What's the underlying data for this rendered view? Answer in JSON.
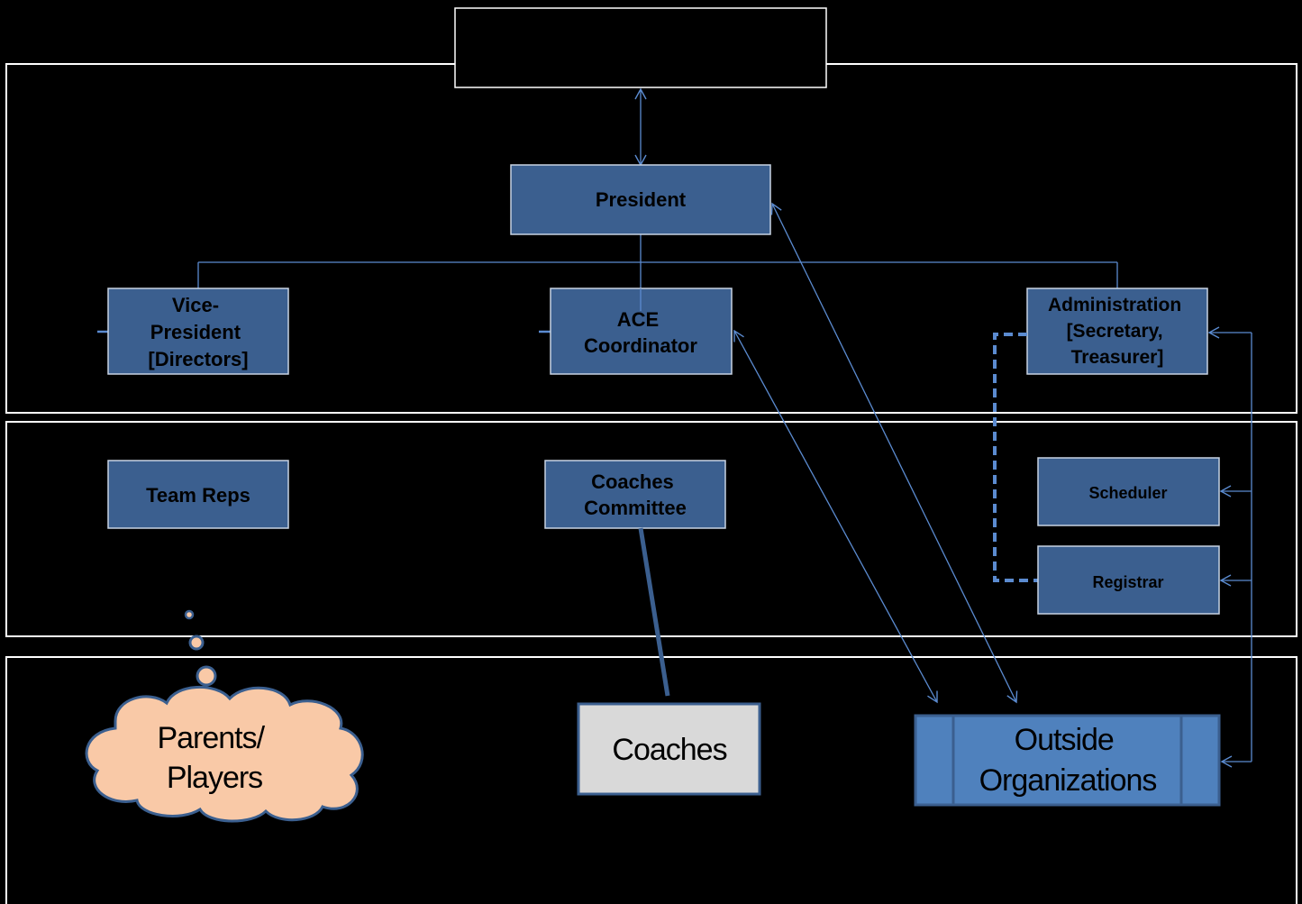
{
  "nodes": {
    "top_box": "",
    "president": "President",
    "vice_president": [
      "Vice-",
      "President",
      "[Directors]"
    ],
    "ace_coordinator": [
      "ACE",
      "Coordinator"
    ],
    "administration": [
      "Administration",
      "[Secretary,",
      "Treasurer]"
    ],
    "team_reps": "Team Reps",
    "coaches_committee": [
      "Coaches",
      "Committee"
    ],
    "scheduler": "Scheduler",
    "registrar": "Registrar",
    "parents_players": [
      "Parents/",
      "Players"
    ],
    "coaches": "Coaches",
    "outside_organizations": [
      "Outside",
      "Organizations"
    ]
  },
  "colors": {
    "box_fill": "#3b5f8f",
    "box_stroke": "#c8d3e3",
    "connector": "#5b8bd0",
    "cloud_fill": "#f9c9a7",
    "cloud_stroke": "#3b5f8f",
    "coaches_fill": "#d9d9d9",
    "outside_fill": "#4f81bd",
    "panel_stroke": "#ffffff",
    "text_dark": "#000000"
  }
}
